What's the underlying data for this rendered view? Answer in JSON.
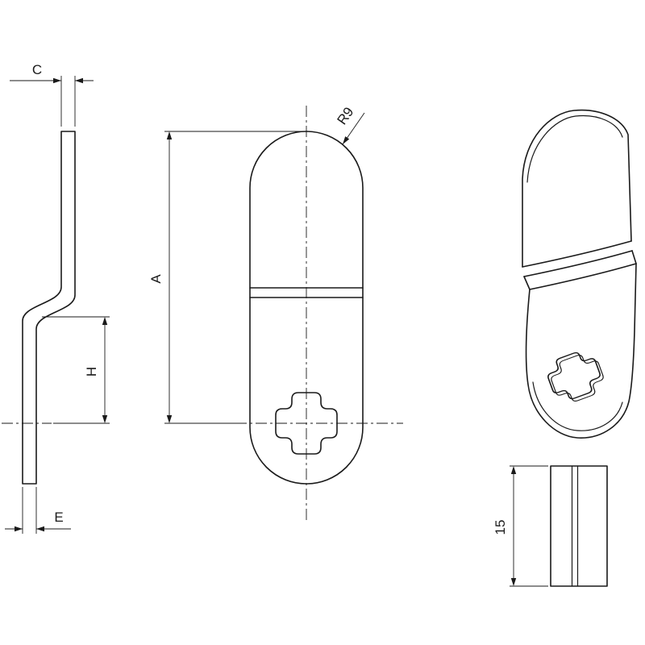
{
  "drawing": {
    "background": "#ffffff",
    "line_color": "#1a1a1a",
    "dimensions": {
      "c": "C",
      "e": "E",
      "h": "H",
      "a": "A",
      "r": "R9",
      "w": "15"
    }
  }
}
